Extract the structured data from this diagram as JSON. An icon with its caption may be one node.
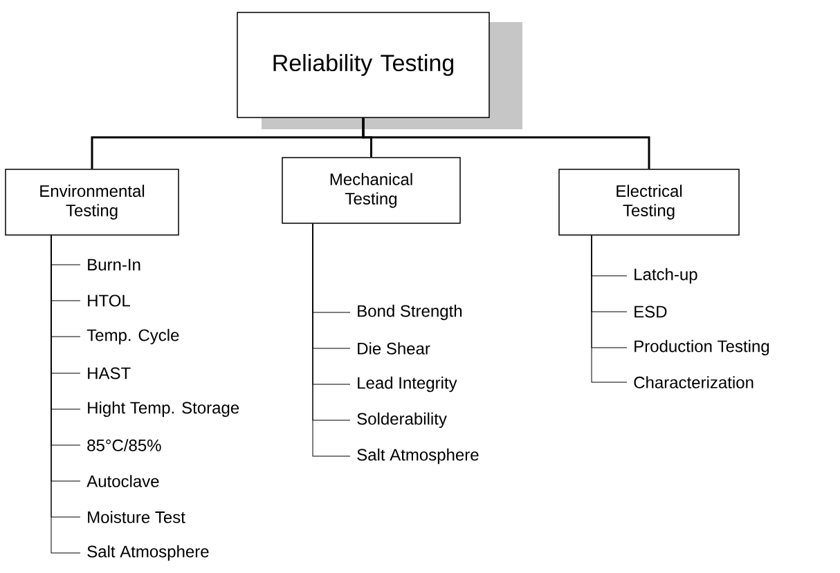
{
  "diagram": {
    "nodes": [
      {
        "text": [
          "Reliability Testing"
        ]
      },
      {
        "text": [
          "Environmental Testing"
        ]
      },
      {
        "text": [
          "Mechanical Testing"
        ]
      },
      {
        "text": [
          "Electrical Testing"
        ]
      },
      {
        "text": [
          "Burn-In"
        ]
      },
      {
        "text": [
          "HTOL"
        ]
      },
      {
        "text": [
          "Temp. Cycle"
        ]
      },
      {
        "text": [
          "HAST"
        ]
      },
      {
        "text": [
          "Hight Temp. Storage"
        ]
      },
      {
        "text": [
          "85°C/85%"
        ]
      },
      {
        "text": [
          "Autoclave"
        ]
      },
      {
        "text": [
          "Moisture Test"
        ]
      },
      {
        "text": [
          "Salt Atmosphere"
        ]
      },
      {
        "text": [
          "Bond Strength"
        ]
      },
      {
        "text": [
          "Die Shear"
        ]
      },
      {
        "text": [
          "Lead Integrity"
        ]
      },
      {
        "text": [
          "Solderability"
        ]
      },
      {
        "text": [
          "Salt Atmosphere"
        ]
      },
      {
        "text": [
          "Latch-up"
        ]
      },
      {
        "text": [
          "ESD"
        ]
      },
      {
        "text": [
          "Production Testing"
        ]
      },
      {
        "text": [
          "Characterization"
        ]
      }
    ],
    "edges": [
      {
        "from": 0,
        "to": 1,
        "arrow": "none",
        "style": "thick"
      },
      {
        "from": 0,
        "to": 2,
        "arrow": "none",
        "style": "thick"
      },
      {
        "from": 0,
        "to": 3,
        "arrow": "none",
        "style": "thick"
      },
      {
        "from": 1,
        "to": 4,
        "arrow": "none"
      },
      {
        "from": 1,
        "to": 5,
        "arrow": "none"
      },
      {
        "from": 1,
        "to": 6,
        "arrow": "none"
      },
      {
        "from": 1,
        "to": 7,
        "arrow": "none"
      },
      {
        "from": 1,
        "to": 8,
        "arrow": "none"
      },
      {
        "from": 1,
        "to": 9,
        "arrow": "none"
      },
      {
        "from": 1,
        "to": 10,
        "arrow": "none"
      },
      {
        "from": 1,
        "to": 11,
        "arrow": "none"
      },
      {
        "from": 1,
        "to": 12,
        "arrow": "none"
      },
      {
        "from": 2,
        "to": 13,
        "arrow": "none"
      },
      {
        "from": 2,
        "to": 14,
        "arrow": "none"
      },
      {
        "from": 2,
        "to": 15,
        "arrow": "none"
      },
      {
        "from": 2,
        "to": 16,
        "arrow": "none"
      },
      {
        "from": 2,
        "to": 17,
        "arrow": "none"
      },
      {
        "from": 3,
        "to": 18,
        "arrow": "none"
      },
      {
        "from": 3,
        "to": 19,
        "arrow": "none"
      },
      {
        "from": 3,
        "to": 20,
        "arrow": "none"
      },
      {
        "from": 3,
        "to": 21,
        "arrow": "none"
      }
    ]
  }
}
